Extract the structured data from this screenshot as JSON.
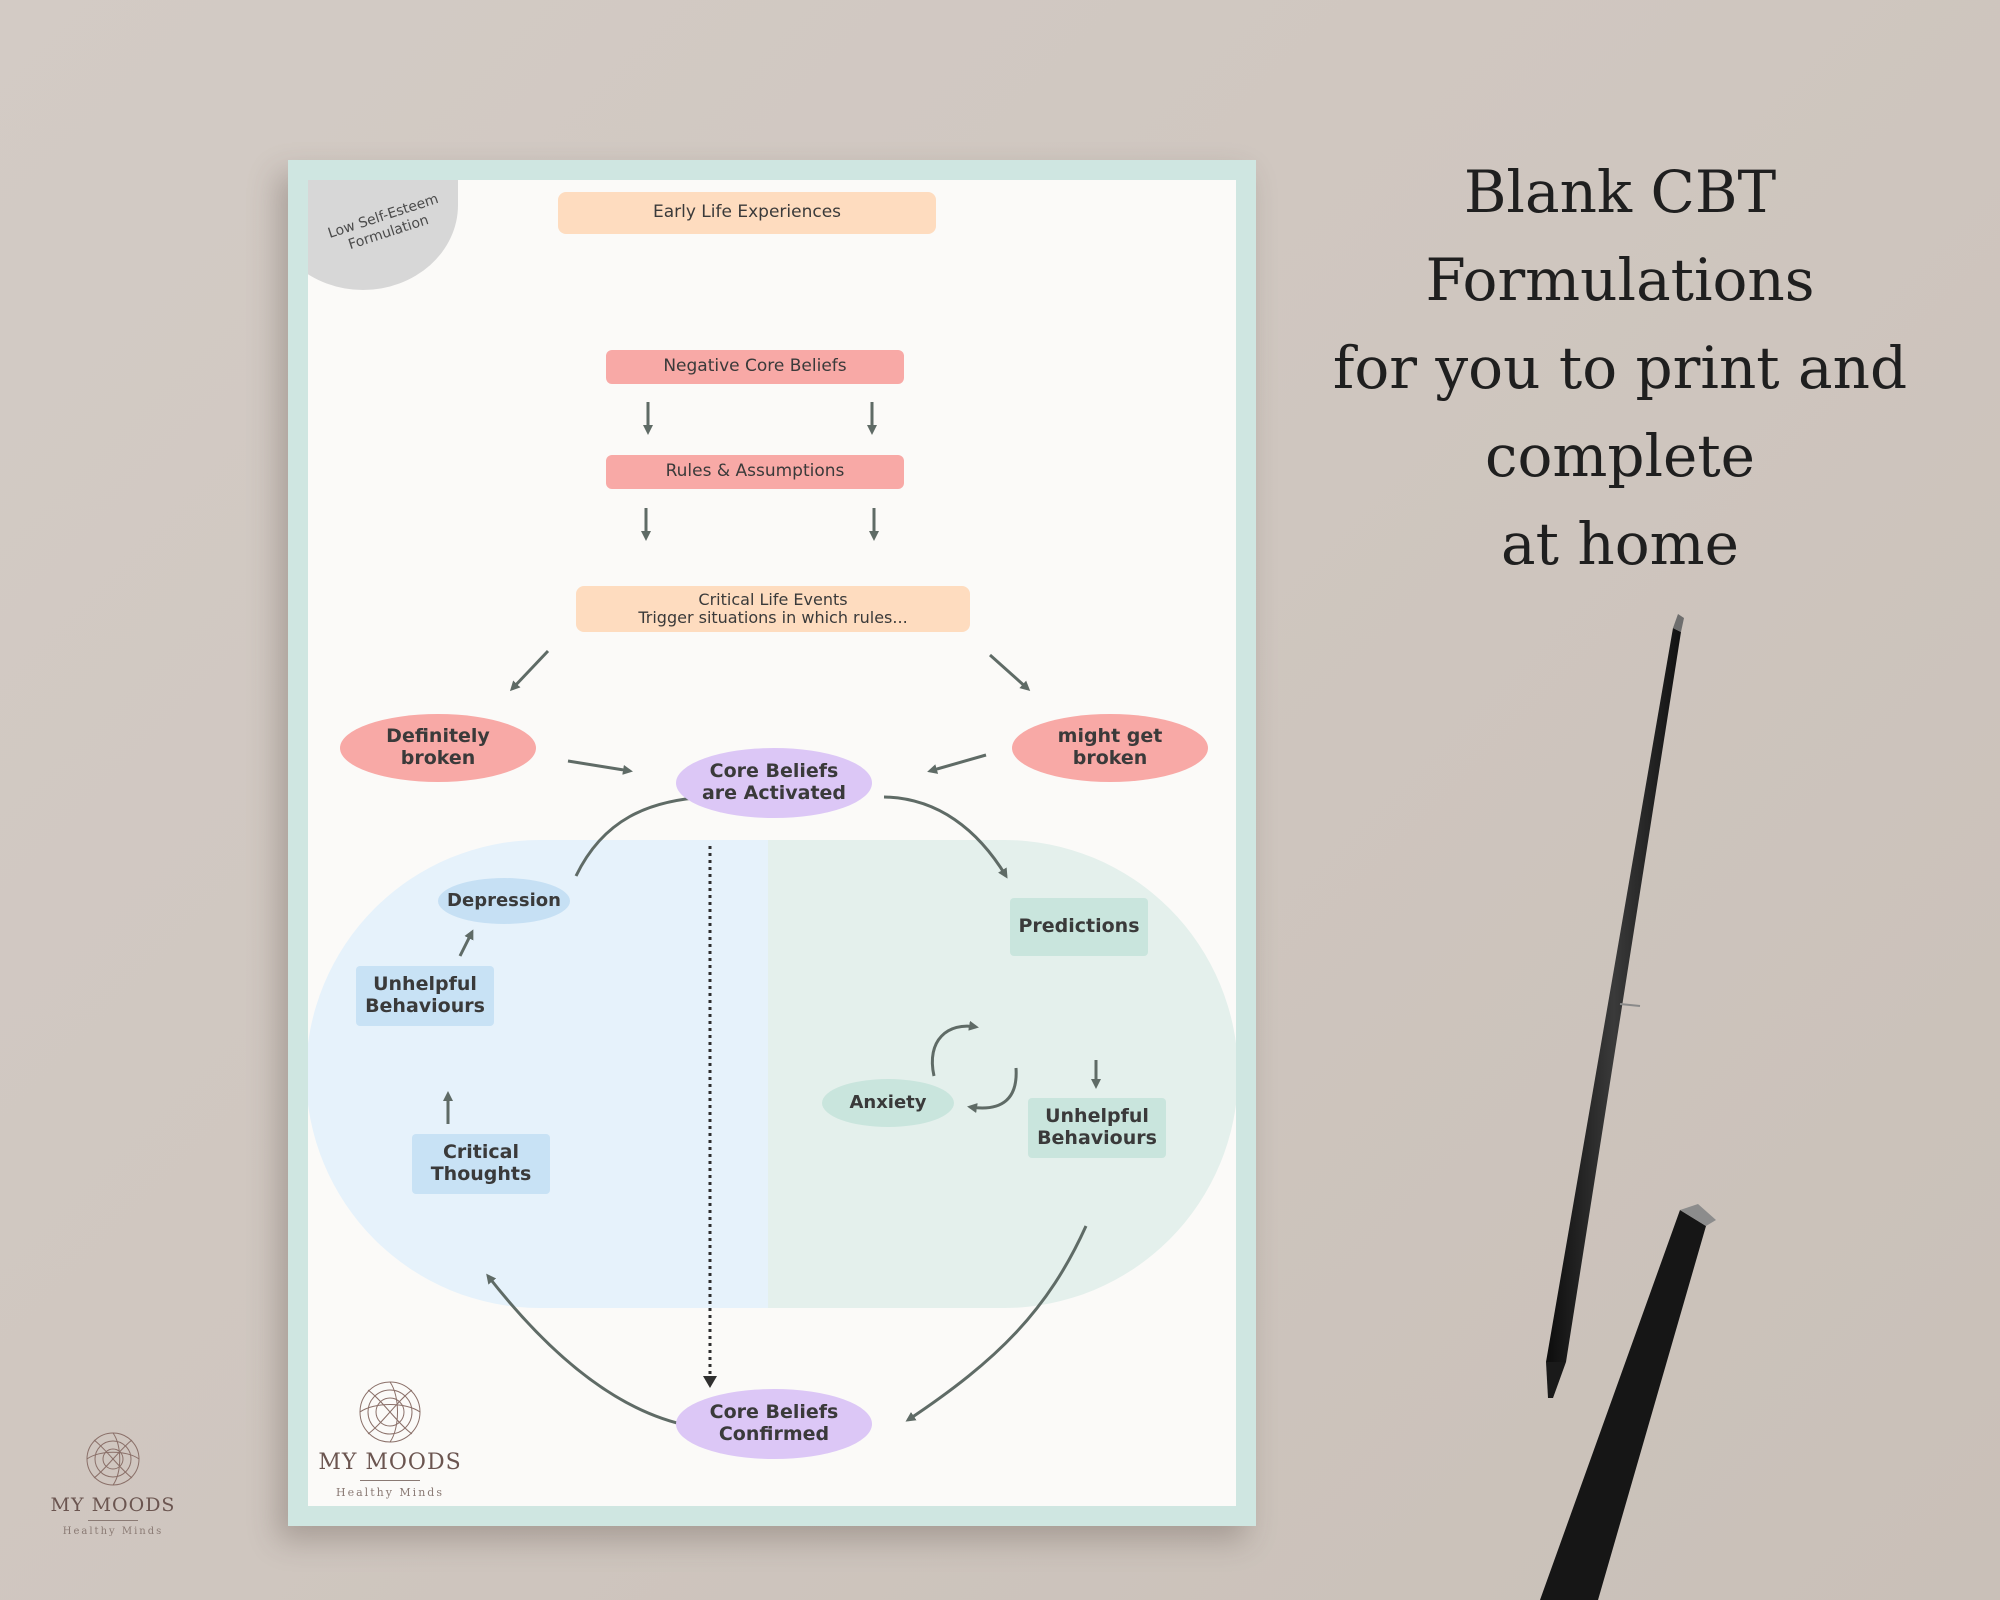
{
  "headline": {
    "line1": "Blank CBT",
    "line2": "Formulations",
    "line3": "for you to print and",
    "line4": "complete",
    "line5": "at home"
  },
  "sheet": {
    "corner_label": "Low Self-Esteem\nFormulation",
    "early_life": "Early Life Experiences",
    "negative_core_beliefs": "Negative Core Beliefs",
    "rules_assumptions": "Rules & Assumptions",
    "critical_life_events": "Critical Life Events\nTrigger situations in which rules...",
    "definitely_broken": "Definitely\nbroken",
    "might_get_broken": "might get\nbroken",
    "core_beliefs_activated": "Core Beliefs\nare Activated",
    "depression": "Depression",
    "unhelpful_behaviours_left": "Unhelpful\nBehaviours",
    "critical_thoughts": "Critical\nThoughts",
    "predictions": "Predictions",
    "anxiety": "Anxiety",
    "unhelpful_behaviours_right": "Unhelpful\nBehaviours",
    "core_beliefs_confirmed": "Core Beliefs\nConfirmed",
    "logo_name": "MY MOODS",
    "logo_tag": "Healthy Minds"
  },
  "brand": {
    "logo_name": "MY MOODS",
    "logo_tag": "Healthy Minds"
  },
  "colors": {
    "peach": "#fedcbf",
    "pink": "#f8a9a6",
    "purple": "#dcc7f6",
    "blue": "#c8e2f5",
    "green": "#c9e5dd",
    "arrow": "#5f6b66"
  }
}
